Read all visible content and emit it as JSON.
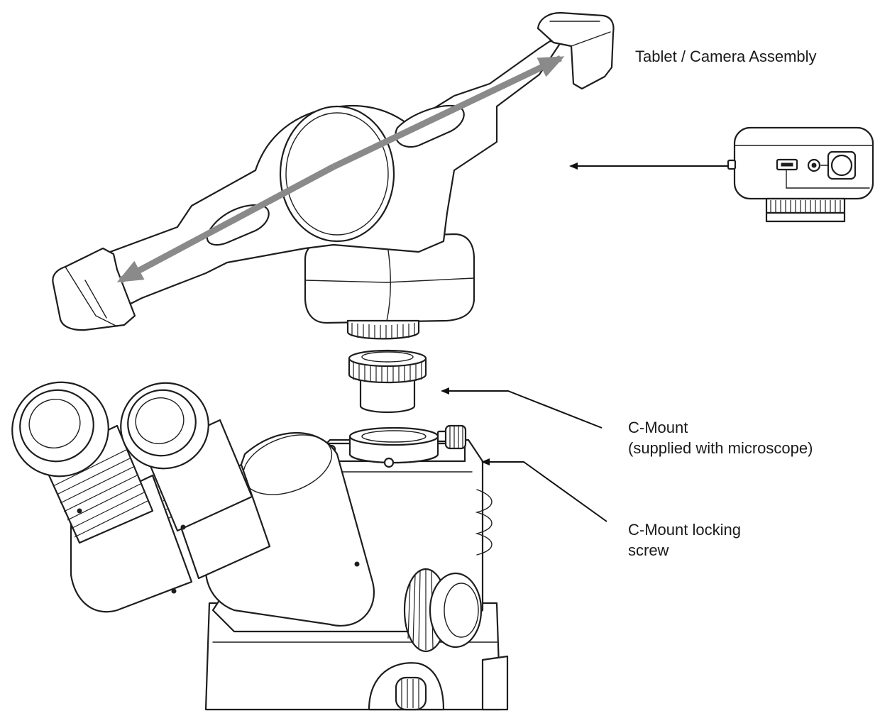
{
  "labels": {
    "tablet_assembly": "Tablet / Camera Assembly",
    "c_mount_line1": "C-Mount",
    "c_mount_line2": "(supplied with microscope)",
    "locking_screw_line1": "C-Mount locking",
    "locking_screw_line2": "screw"
  },
  "colors": {
    "line": "#1e1e1e",
    "double_arrow": "#8a8a8a",
    "background": "#ffffff"
  },
  "icons": {
    "tablet_holder": "tablet-holder-icon",
    "camera": "camera-icon",
    "c_mount_adapter": "c-mount-adapter-icon",
    "microscope": "microscope-icon",
    "adjust_arrow": "double-arrow-icon",
    "usb_port": "usb-port-icon"
  }
}
